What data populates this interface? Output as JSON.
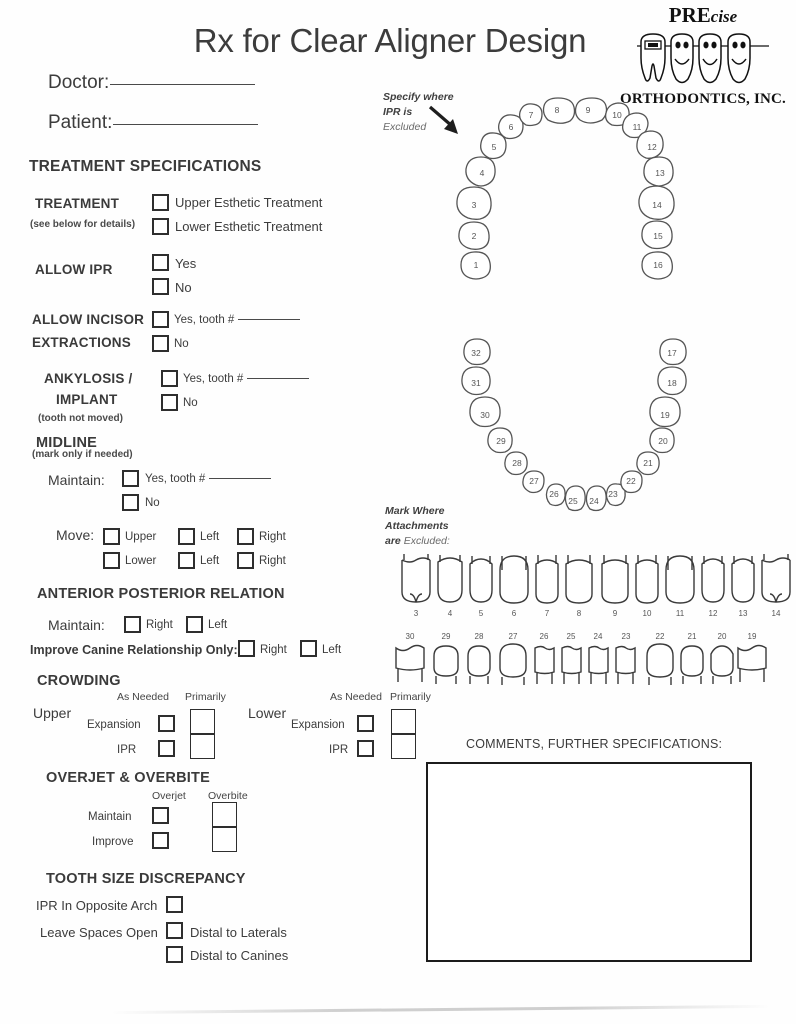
{
  "header": {
    "title": "Rx for Clear Aligner Design",
    "doctor_label": "Doctor:",
    "patient_label": "Patient:"
  },
  "logo": {
    "pre": "PRE",
    "cise": "cise",
    "subtitle": "ORTHODONTICS, INC."
  },
  "annotations": {
    "ipr_note_line1": "Specify where",
    "ipr_note_line2": "IPR is",
    "ipr_note_line3": "Excluded",
    "attach_note_line1": "Mark Where",
    "attach_note_line2": "Attachments",
    "attach_note_line3a": "are ",
    "attach_note_line3b": "Excluded:"
  },
  "treatment_specifications": {
    "heading": "TREATMENT SPECIFICATIONS",
    "treatment": {
      "label": "TREATMENT",
      "note": "(see below for details)",
      "options": [
        "Upper Esthetic Treatment",
        "Lower Esthetic Treatment"
      ]
    },
    "allow_ipr": {
      "label": "ALLOW IPR",
      "options": [
        "Yes",
        "No"
      ]
    },
    "allow_incisor_extractions": {
      "label_line1": "ALLOW INCISOR",
      "label_line2": "EXTRACTIONS",
      "option_yes": "Yes, tooth #",
      "option_no": "No"
    },
    "ankylosis_implant": {
      "label_line1": "ANKYLOSIS /",
      "label_line2": "IMPLANT",
      "note": "(tooth not moved)",
      "option_yes": "Yes, tooth #",
      "option_no": "No"
    },
    "midline": {
      "label": "MIDLINE",
      "note": "(mark only if needed)",
      "maintain_label": "Maintain:",
      "maintain_yes": "Yes, tooth #",
      "maintain_no": "No",
      "move_label": "Move:",
      "move_rows": [
        {
          "arch": "Upper",
          "left": "Left",
          "right": "Right"
        },
        {
          "arch": "Lower",
          "left": "Left",
          "right": "Right"
        }
      ]
    },
    "anterior_posterior": {
      "heading": "ANTERIOR POSTERIOR RELATION",
      "maintain_label": "Maintain:",
      "maintain_right": "Right",
      "maintain_left": "Left",
      "improve_label": "Improve Canine Relationship Only:",
      "improve_right": "Right",
      "improve_left": "Left"
    },
    "crowding": {
      "heading": "CROWDING",
      "col_as_needed": "As Needed",
      "col_primarily": "Primarily",
      "upper_label": "Upper",
      "lower_label": "Lower",
      "rows": [
        "Expansion",
        "IPR"
      ]
    },
    "overjet_overbite": {
      "heading": "OVERJET & OVERBITE",
      "col_overjet": "Overjet",
      "col_overbite": "Overbite",
      "rows": [
        "Maintain",
        "Improve"
      ]
    },
    "tooth_size_discrepancy": {
      "heading": "TOOTH SIZE DISCREPANCY",
      "ipr_opposite_arch": "IPR In Opposite Arch",
      "leave_spaces_open": "Leave Spaces Open",
      "distal_laterals": "Distal to Laterals",
      "distal_canines": "Distal to Canines"
    }
  },
  "tooth_charts": {
    "upper_arch_numbers": [
      1,
      2,
      3,
      4,
      5,
      6,
      7,
      8,
      9,
      10,
      11,
      12,
      13,
      14,
      15,
      16
    ],
    "lower_arch_numbers": [
      32,
      31,
      30,
      29,
      28,
      27,
      26,
      25,
      24,
      23,
      22,
      21,
      20,
      19,
      18,
      17
    ],
    "attachments_upper_numbers": [
      3,
      4,
      5,
      6,
      7,
      8,
      9,
      10,
      11,
      12,
      13,
      14
    ],
    "attachments_lower_numbers": [
      30,
      29,
      28,
      27,
      26,
      25,
      24,
      23,
      22,
      21,
      20,
      19
    ]
  },
  "comments": {
    "label": "COMMENTS, FURTHER SPECIFICATIONS:",
    "value": ""
  },
  "colors": {
    "ink": "#3a3a3a",
    "checkbox_border": "#2e2e2e",
    "paper": "#fefefe"
  }
}
